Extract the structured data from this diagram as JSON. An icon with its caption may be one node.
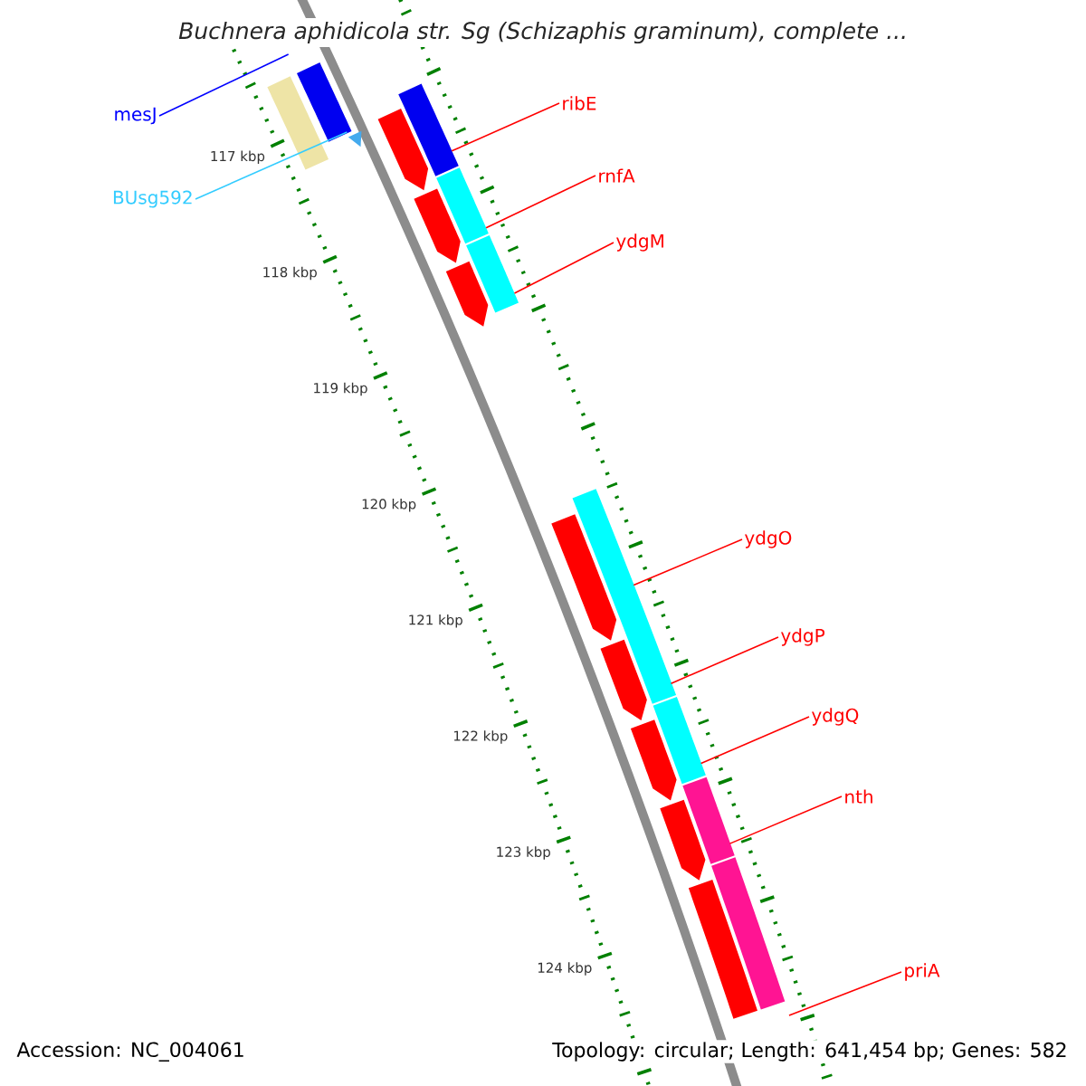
{
  "diagram": {
    "title": "Buchnera aphidicola str. Sg (Schizaphis graminum), complete ...",
    "nodes": [
      {
        "text": [
          "mesJ"
        ]
      },
      {
        "text": [
          "BUsg592"
        ]
      },
      {
        "text": [
          "ribE"
        ]
      },
      {
        "text": [
          "rnfA"
        ]
      },
      {
        "text": [
          "ydgM"
        ]
      },
      {
        "text": [
          "ydgO"
        ]
      },
      {
        "text": [
          "ydgP"
        ]
      },
      {
        "text": [
          "ydgQ"
        ]
      },
      {
        "text": [
          "nth"
        ]
      },
      {
        "text": [
          "priA"
        ]
      },
      {
        "text": [],
        "shape": "bar"
      },
      {
        "text": [],
        "shape": "bar"
      },
      {
        "text": [],
        "shape": "bar"
      },
      {
        "text": [],
        "shape": "pentagon"
      },
      {
        "text": [],
        "shape": "triangle"
      },
      {
        "text": [],
        "shape": "bar"
      },
      {
        "text": [],
        "shape": "pentagon"
      },
      {
        "text": [],
        "shape": "bar"
      },
      {
        "text": [],
        "shape": "pentagon"
      },
      {
        "text": [],
        "shape": "bar"
      },
      {
        "text": [],
        "shape": "pentagon"
      },
      {
        "text": [],
        "shape": "pentagon"
      },
      {
        "text": [],
        "shape": "bar"
      },
      {
        "text": [],
        "shape": "pentagon"
      },
      {
        "text": [],
        "shape": "bar"
      },
      {
        "text": [],
        "shape": "pentagon"
      },
      {
        "text": [],
        "shape": "bar"
      },
      {
        "text": [],
        "shape": "bar"
      }
    ],
    "edges": [
      {
        "from": 0,
        "to": 11,
        "arrow": "none",
        "color": "#0000ff"
      },
      {
        "from": 1,
        "to": 14,
        "arrow": "none",
        "color": "#33ccff"
      },
      {
        "from": 2,
        "to": 12,
        "arrow": "none"
      },
      {
        "from": 3,
        "to": 15,
        "arrow": "none"
      },
      {
        "from": 4,
        "to": 17,
        "arrow": "none"
      },
      {
        "from": 5,
        "to": 19,
        "arrow": "none"
      },
      {
        "from": 6,
        "to": 19,
        "arrow": "none"
      },
      {
        "from": 7,
        "to": 22,
        "arrow": "none"
      },
      {
        "from": 8,
        "to": 24,
        "arrow": "none"
      },
      {
        "from": 9,
        "to": 26,
        "arrow": "none"
      }
    ],
    "labels": [
      "117 kbp",
      "118 kbp",
      "119 kbp",
      "120 kbp",
      "121 kbp",
      "122 kbp",
      "123 kbp",
      "124 kbp",
      "Accession: NC_004061",
      "Topology: circular; Length: 641,454 bp; Genes: 582"
    ]
  }
}
